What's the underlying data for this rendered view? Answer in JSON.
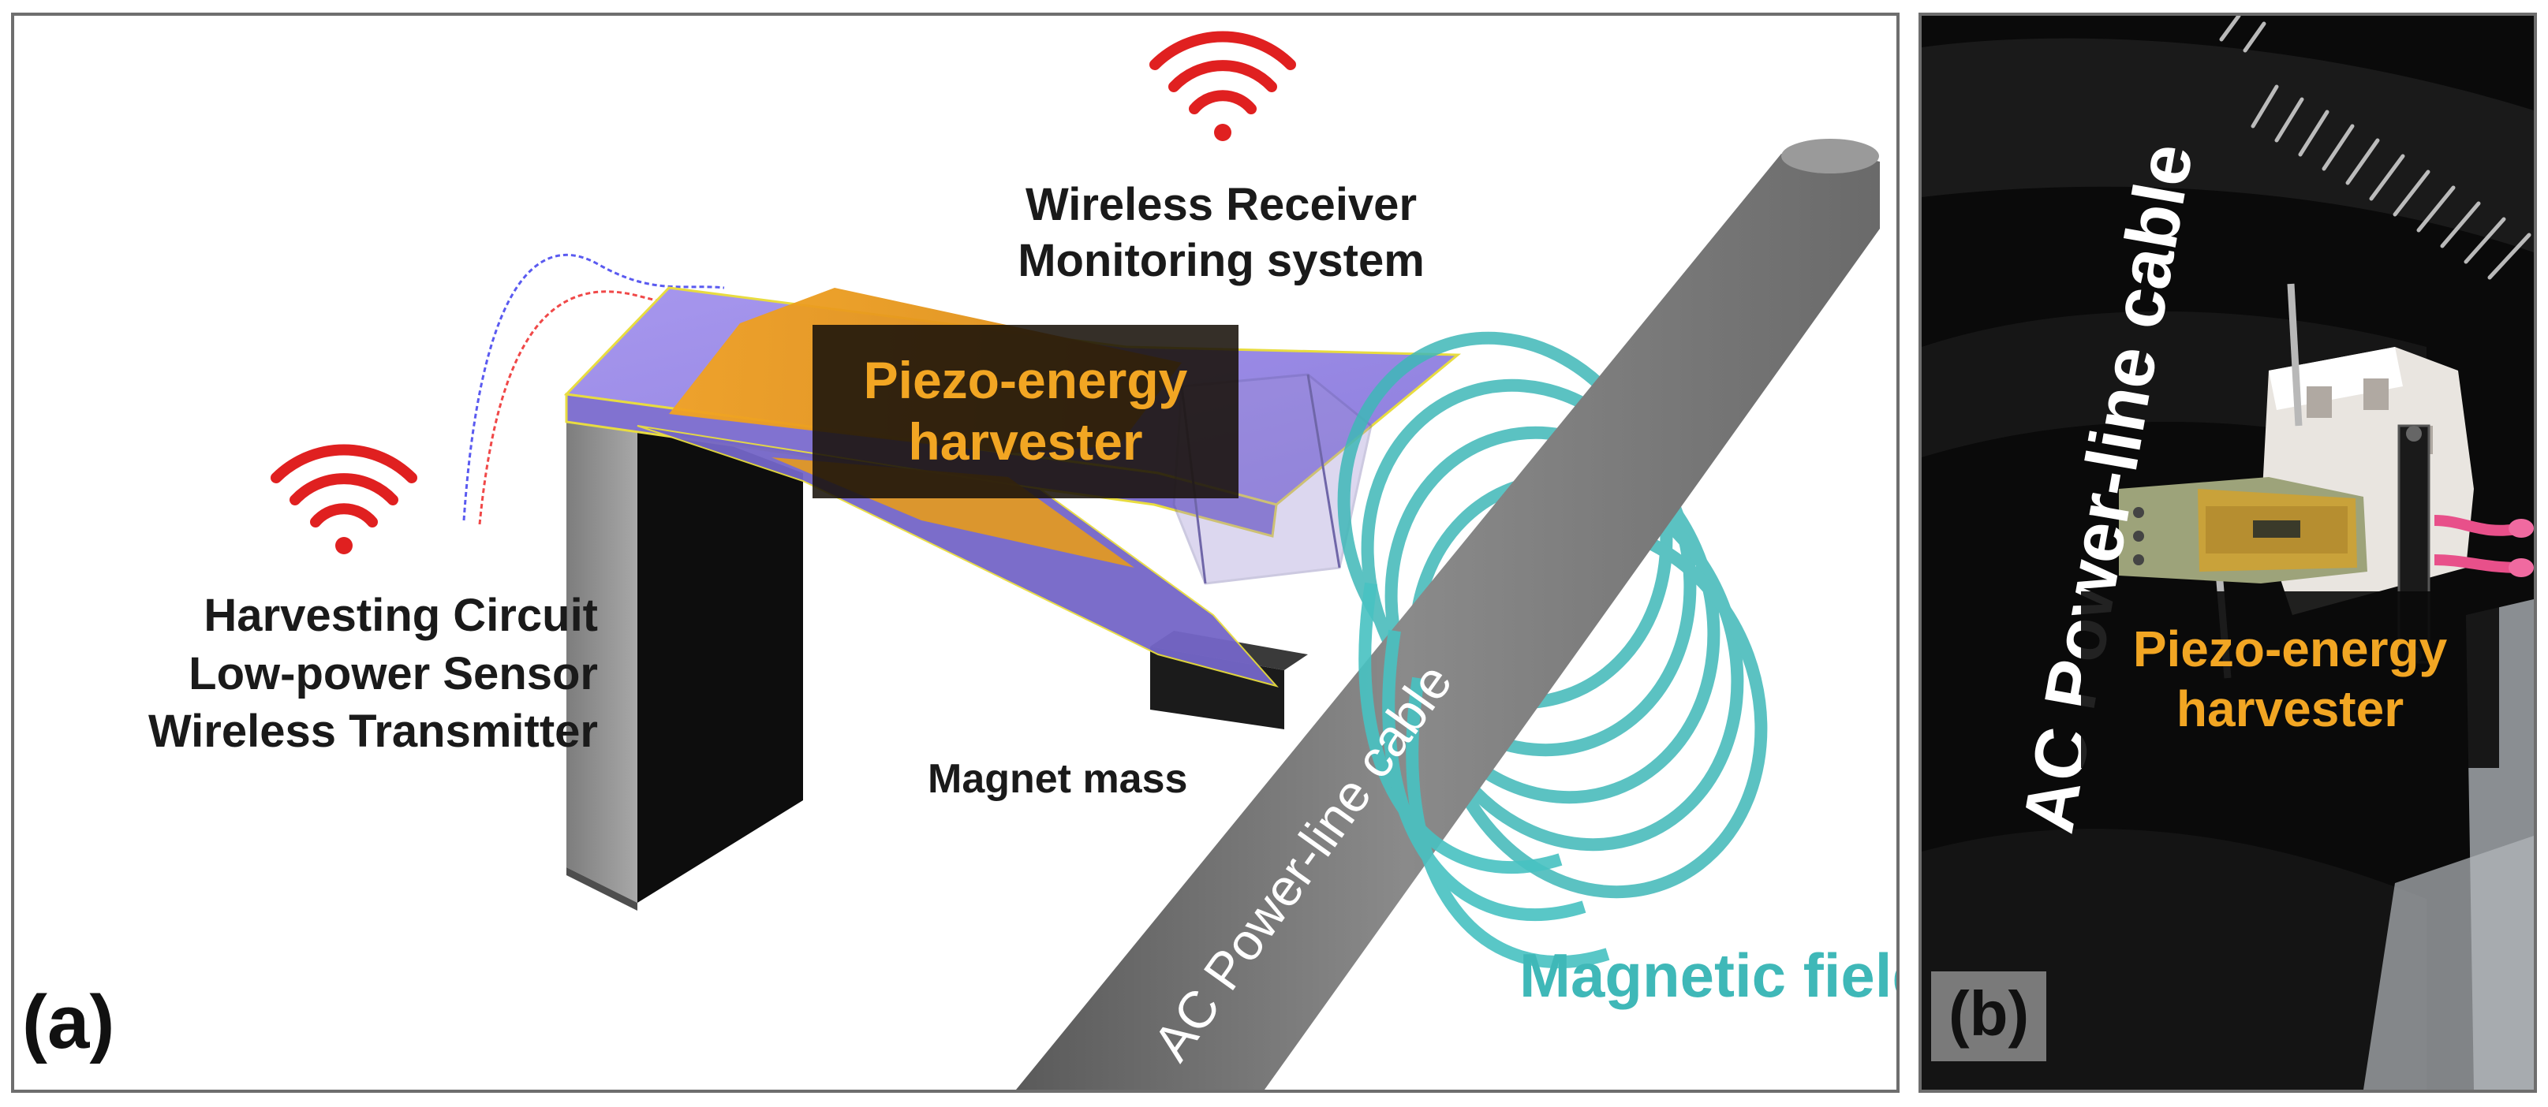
{
  "panel_a": {
    "tag": "(a)",
    "receiver_label": [
      "Wireless Receiver",
      "Monitoring system"
    ],
    "transmitter_label": [
      "Harvesting Circuit",
      "Low-power Sensor",
      "Wireless Transmitter"
    ],
    "harvester_label": [
      "Piezo-energy",
      "harvester"
    ],
    "magnet_label": "Magnet mass",
    "cable_label": "AC Power-line cable",
    "field_label": "Magnetic field"
  },
  "panel_b": {
    "tag": "(b)",
    "cable_label": "AC Power-line cable",
    "harvester_label": [
      "Piezo-energy",
      "harvester"
    ]
  },
  "colors": {
    "wifi": "#e02020",
    "harvester_text": "#f2a623",
    "field": "#3fb8b8",
    "cable": "#7a7a7a",
    "beam": "#9d8be8",
    "piezo": "#f0a020"
  }
}
